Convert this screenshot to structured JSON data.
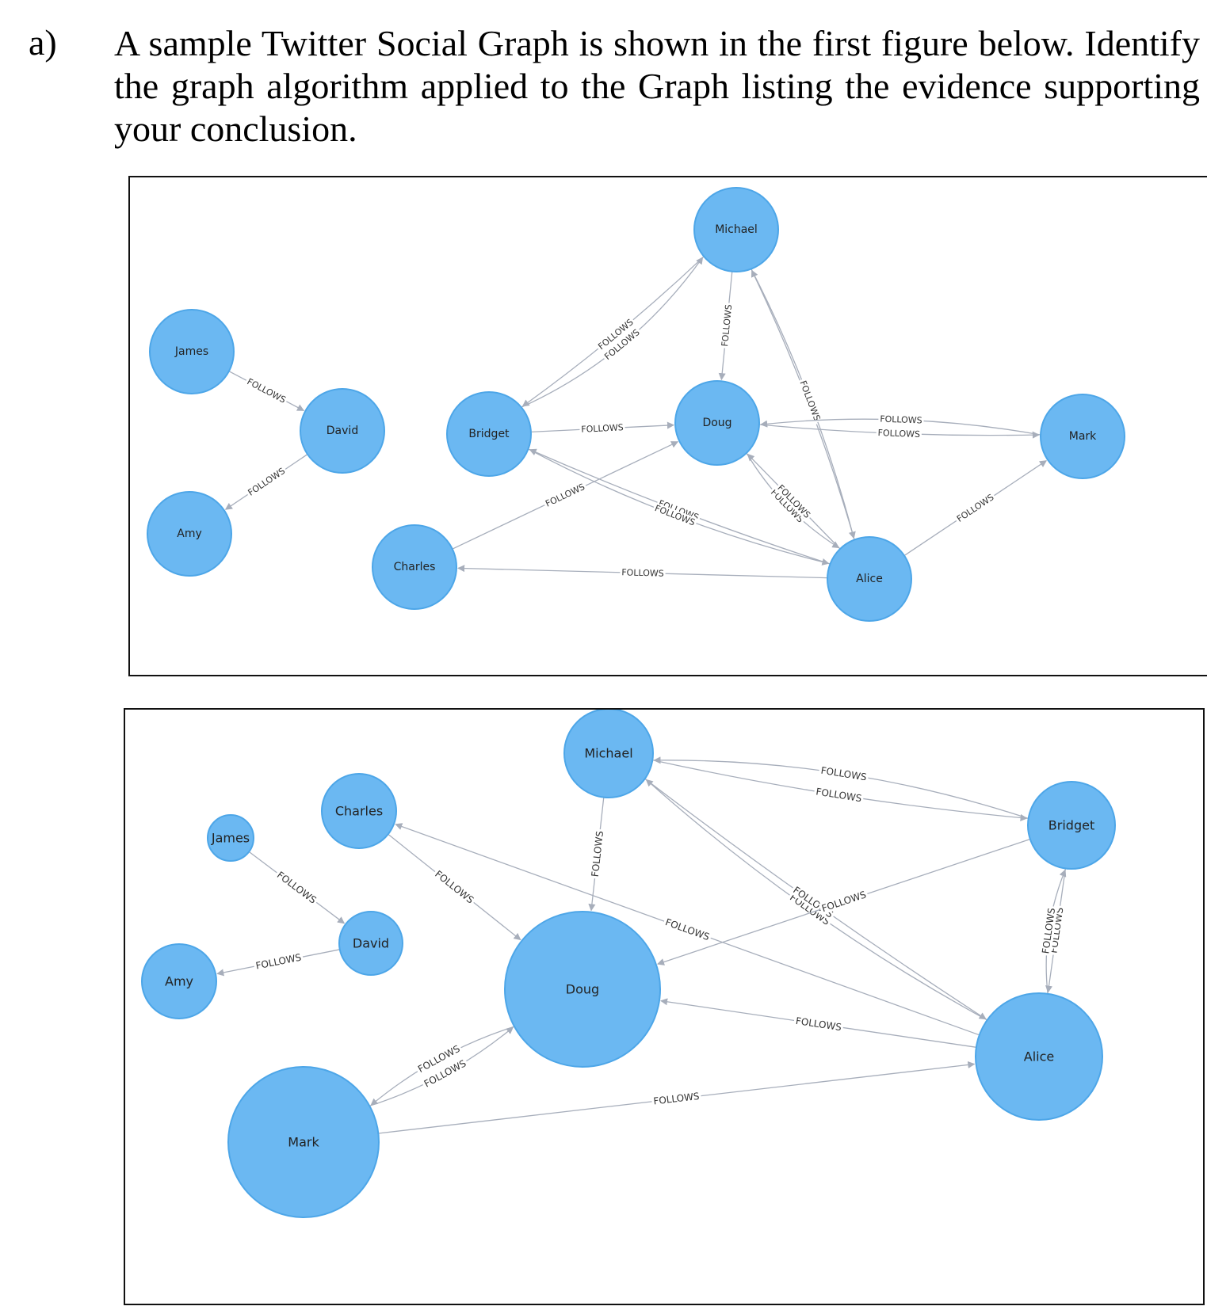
{
  "question": {
    "label": "a)",
    "text": "A sample Twitter Social Graph is shown in the first figure below. Identify the graph algorithm applied to the Graph listing the evidence supporting your conclusion."
  },
  "edge_label": "FOLLOWS",
  "colors": {
    "node_fill": "#6bb8f2",
    "node_stroke": "#4da6e8",
    "edge": "#a7aebb"
  },
  "figures": [
    {
      "id": "figure-1",
      "nodes": [
        "Michael",
        "James",
        "David",
        "Amy",
        "Bridget",
        "Doug",
        "Mark",
        "Charles",
        "Alice"
      ],
      "edges": [
        [
          "James",
          "David"
        ],
        [
          "David",
          "Amy"
        ],
        [
          "Bridget",
          "Michael"
        ],
        [
          "Michael",
          "Bridget"
        ],
        [
          "Bridget",
          "Doug"
        ],
        [
          "Michael",
          "Doug"
        ],
        [
          "Alice",
          "Michael"
        ],
        [
          "Michael",
          "Alice"
        ],
        [
          "Mark",
          "Doug"
        ],
        [
          "Doug",
          "Mark"
        ],
        [
          "Alice",
          "Mark"
        ],
        [
          "Charles",
          "Doug"
        ],
        [
          "Doug",
          "Alice"
        ],
        [
          "Alice",
          "Doug"
        ],
        [
          "Alice",
          "Bridget"
        ],
        [
          "Bridget",
          "Alice"
        ],
        [
          "Alice",
          "Charles"
        ]
      ]
    },
    {
      "id": "figure-2",
      "nodes": [
        "Michael",
        "Charles",
        "James",
        "David",
        "Amy",
        "Doug",
        "Mark",
        "Bridget",
        "Alice"
      ],
      "edges": [
        [
          "Bridget",
          "Michael"
        ],
        [
          "Michael",
          "Bridget"
        ],
        [
          "Michael",
          "Doug"
        ],
        [
          "Alice",
          "Michael"
        ],
        [
          "Michael",
          "Alice"
        ],
        [
          "Charles",
          "Doug"
        ],
        [
          "Alice",
          "Charles"
        ],
        [
          "James",
          "David"
        ],
        [
          "David",
          "Amy"
        ],
        [
          "Bridget",
          "Doug"
        ],
        [
          "Bridget",
          "Alice"
        ],
        [
          "Alice",
          "Bridget"
        ],
        [
          "Alice",
          "Doug"
        ],
        [
          "Doug",
          "Mark"
        ],
        [
          "Mark",
          "Doug"
        ],
        [
          "Mark",
          "Alice"
        ]
      ]
    }
  ]
}
